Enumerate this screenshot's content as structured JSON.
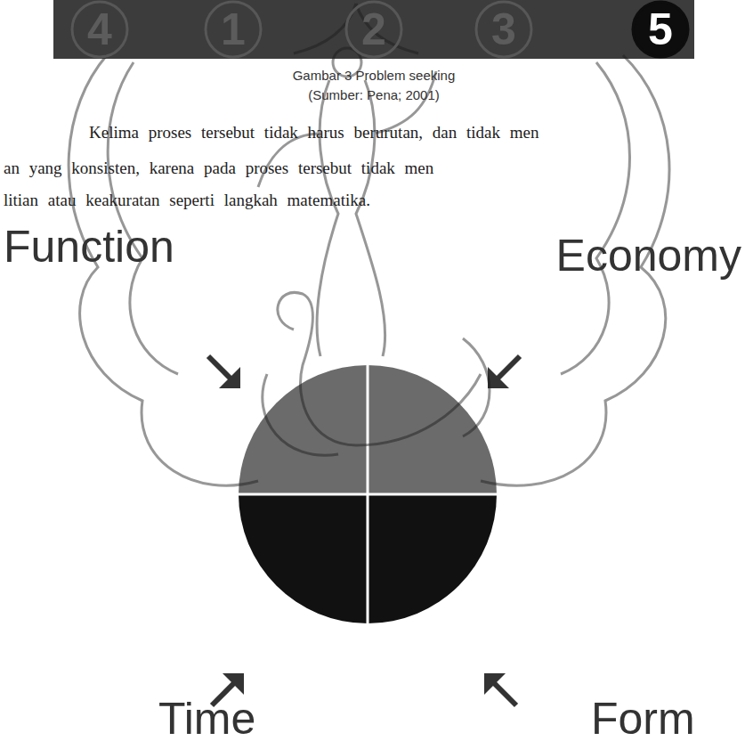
{
  "diagram": {
    "caption": "Gambar 3 Problem seeking (Sumber: Pena; 2001)",
    "nodes": [
      {
        "text": [
          "4"
        ]
      },
      {
        "text": [
          "1"
        ]
      },
      {
        "text": [
          "2"
        ]
      },
      {
        "text": [
          "3"
        ]
      },
      {
        "text": [
          "5"
        ]
      }
    ],
    "labels": [
      "Kelima proses tersebut tidak harus berurutan, dan tidak men",
      "an yang konsisten, karena pada proses tersebut tidak men",
      "litian atau keakuratan seperti langkah matematika.",
      "Function",
      "Economy",
      "Time",
      "Form"
    ]
  }
}
